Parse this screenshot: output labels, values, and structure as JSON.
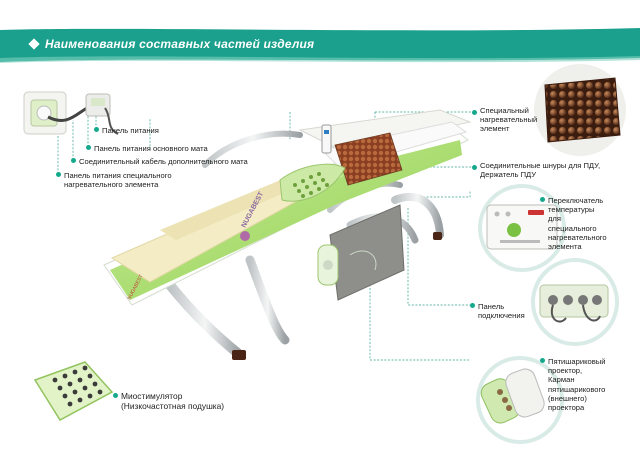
{
  "header": {
    "title": "Наименования составных частей изделия",
    "color": "#1aa08c"
  },
  "labels": {
    "power_panel": "Панель питания",
    "main_mat_power": "Панель питания основного мата",
    "extra_mat_cable": "Соединительный кабель дополнительного мата",
    "heater_power_line1": "Панель питания специального",
    "heater_power_line2": "нагревательного элемента",
    "special_heater_line1": "Специальный",
    "special_heater_line2": "нагревательный",
    "special_heater_line3": "элемент",
    "remote_cords_line1": "Соединительные шнуры для ПДУ,",
    "remote_cords_line2": "Держатель ПДУ",
    "temp_switch_line1": "Переключатель",
    "temp_switch_line2": "температуры",
    "temp_switch_line3": "для",
    "temp_switch_line4": "специального",
    "temp_switch_line5": "нагревательного",
    "temp_switch_line6": "элемента",
    "connect_panel_line1": "Панель",
    "connect_panel_line2": "подключения",
    "projector_line1": "Пятишариковый",
    "projector_line2": "проектор,",
    "projector_line3": "Карман",
    "projector_line4": "пятишарикового",
    "projector_line5": "(внешнего)",
    "projector_line6": "проектора",
    "myostim_line1": "Миостимулятор",
    "myostim_line2": "(Низкочастотная подушка)"
  },
  "product": {
    "brand_text": "NUGABEST"
  },
  "colors": {
    "accent": "#14a98d",
    "lime": "#a6d86a",
    "cream": "#f3ecc4",
    "stone": "#6b3a22"
  }
}
